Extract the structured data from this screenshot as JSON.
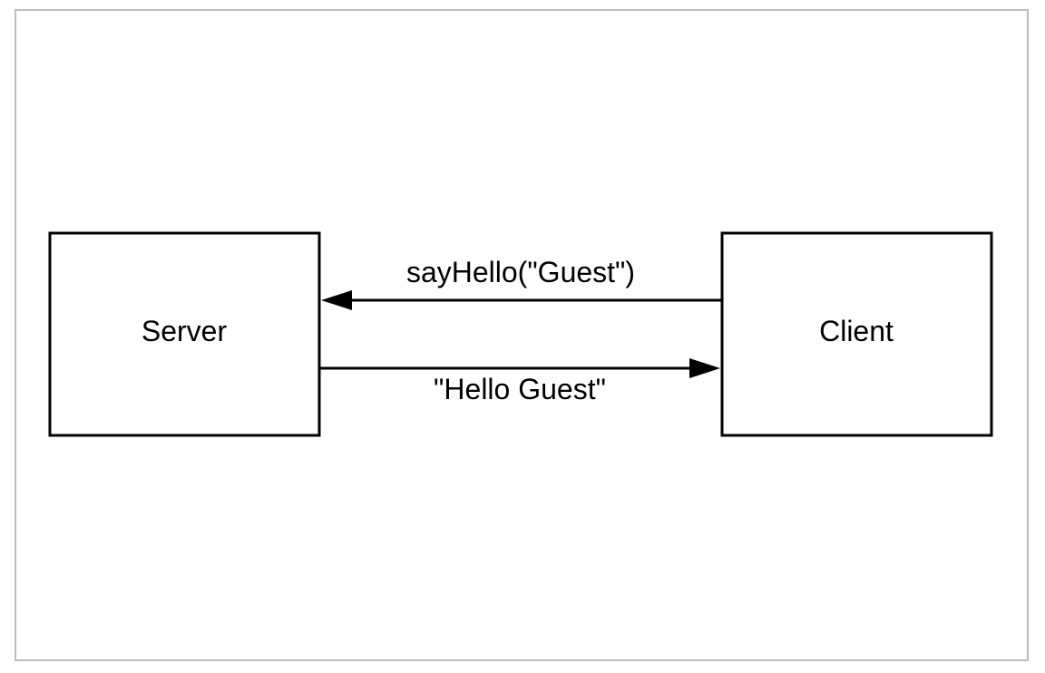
{
  "diagram": {
    "nodes": {
      "server": {
        "label": "Server"
      },
      "client": {
        "label": "Client"
      }
    },
    "edges": {
      "request": {
        "label": "sayHello(\"Guest\")",
        "from": "Client",
        "to": "Server"
      },
      "response": {
        "label": "\"Hello Guest\"",
        "from": "Server",
        "to": "Client"
      }
    }
  },
  "colors": {
    "stroke": "#000000",
    "frame": "#bdbdbd",
    "background": "#ffffff"
  }
}
